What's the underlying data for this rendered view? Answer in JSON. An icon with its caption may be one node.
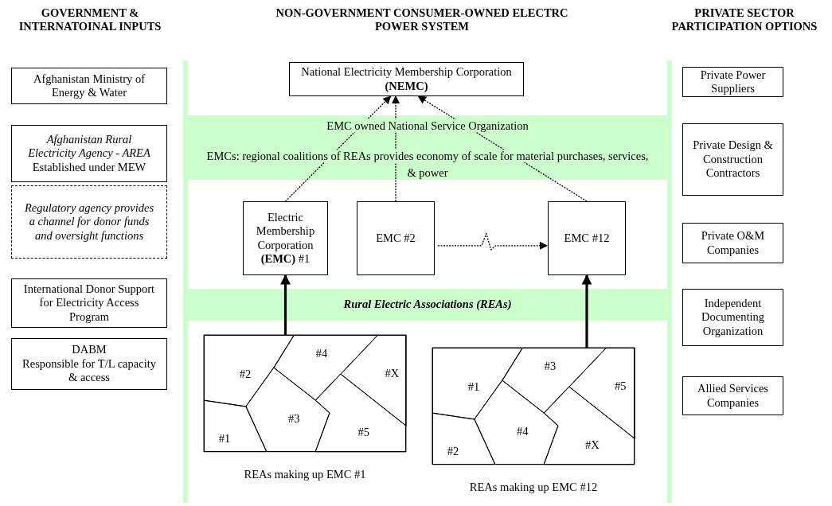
{
  "diagram": {
    "nodes": [
      {
        "text": [
          "Afghanistan Ministry of Energy & Water"
        ]
      },
      {
        "text": [
          "Afghanistan Rural Electricity Agency - AREA",
          "Established under MEW"
        ]
      },
      {
        "text": [
          "Regulatory agency provides a channel for donor funds and oversight functions"
        ]
      },
      {
        "text": [
          "International Donor Support for Electricity Access Program"
        ]
      },
      {
        "text": [
          "DABM",
          "Responsible for T/L capacity  & access"
        ]
      },
      {
        "text": [
          "National Electricity Membership Corporation **(NEMC)**"
        ]
      },
      {
        "text": [
          "Electric Membership Corporation **(EMC)**  #1"
        ]
      },
      {
        "text": [
          "EMC #2"
        ]
      },
      {
        "text": [
          "EMC #12"
        ]
      },
      {
        "text": [],
        "shape": "box",
        "beside": [
          "REAs making up EMC #1"
        ]
      },
      {
        "text": [
          "#4"
        ],
        "in": 9
      },
      {
        "text": [
          "#2"
        ],
        "in": 9
      },
      {
        "text": [
          "#X"
        ],
        "in": 9
      },
      {
        "text": [
          "#3"
        ],
        "in": 9
      },
      {
        "text": [
          "#5"
        ],
        "in": 9
      },
      {
        "text": [
          "#1"
        ],
        "in": 9
      },
      {
        "text": [],
        "shape": "box",
        "beside": [
          "REAs making up EMC #12"
        ]
      },
      {
        "text": [
          "#3"
        ],
        "in": 16
      },
      {
        "text": [
          "#1"
        ],
        "in": 16
      },
      {
        "text": [
          "#5"
        ],
        "in": 16
      },
      {
        "text": [
          "#4"
        ],
        "in": 16
      },
      {
        "text": [
          "#X"
        ],
        "in": 16
      },
      {
        "text": [
          "#2"
        ],
        "in": 16
      },
      {
        "text": [
          "Private Power Suppliers"
        ]
      },
      {
        "text": [
          "Private Design & Construction Contractors"
        ]
      },
      {
        "text": [
          "Private O&M Companies"
        ]
      },
      {
        "text": [
          "Independent Documenting Organization"
        ]
      },
      {
        "text": [
          "Allied Services Companies"
        ]
      }
    ],
    "edges": [
      {
        "from": 6,
        "to": 5,
        "arrow": "to",
        "style": "dashed"
      },
      {
        "from": 7,
        "to": 5,
        "arrow": "to",
        "style": "dashed"
      },
      {
        "from": 8,
        "to": 5,
        "arrow": "to",
        "style": "dashed"
      },
      {
        "from": 7,
        "to": 8,
        "arrow": "to",
        "style": "dashed"
      },
      {
        "from": 9,
        "to": 6,
        "arrow": "to",
        "style": "thick"
      },
      {
        "from": 16,
        "to": 8,
        "arrow": "to",
        "style": "thick"
      }
    ],
    "labels": [
      "GOVERNMENT & INTERNATOINAL INPUTS",
      "NON-GOVERNMENT CONSUMER-OWNED ELECTRC POWER SYSTEM",
      "PRIVATE SECTOR PARTICIPATION OPTIONS",
      "EMC owned National Service Organization",
      "EMCs: regional coalitions of REAs provides economy of scale for material purchases, services, & power",
      "Rural Electric Associations (REAs)"
    ]
  }
}
